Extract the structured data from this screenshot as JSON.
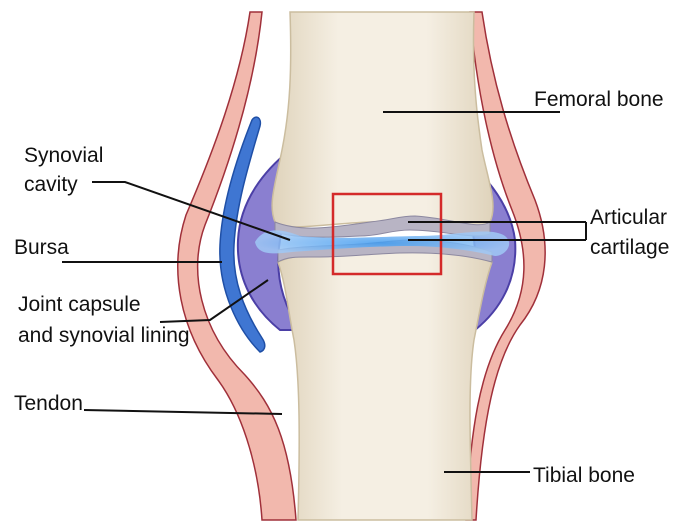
{
  "labels": {
    "femoral_bone": "Femoral bone",
    "synovial_cavity_line1": "Synovial",
    "synovial_cavity_line2": "cavity",
    "bursa": "Bursa",
    "joint_capsule_line1": "Joint capsule",
    "joint_capsule_line2": "and synovial lining",
    "tendon": "Tendon",
    "articular_cartilage_line1": "Articular",
    "articular_cartilage_line2": "cartilage",
    "tibial_bone": "Tibial bone"
  },
  "colors": {
    "bone": "#f3ecde",
    "bone_shadow": "#dcd0b8",
    "tendon": "#f2b8ad",
    "tendon_outline": "#a0303a",
    "capsule": "#8a7fd0",
    "capsule_dark": "#4b3fa6",
    "bursa": "#3f76d2",
    "synovial_fluid": "#5aa8ee",
    "cartilage": "#b8b4c4",
    "highlight_box": "#d42a2a",
    "leader_line": "#111111"
  }
}
